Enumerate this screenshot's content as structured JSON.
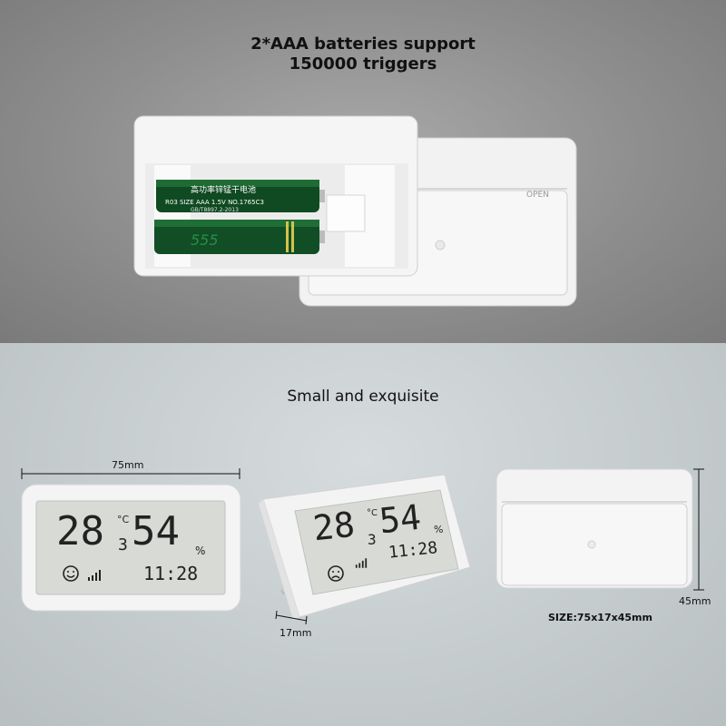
{
  "headline": {
    "line1": "2*AAA batteries support",
    "line2": "150000 triggers"
  },
  "battery": {
    "brand_text": "高功率锌锰干电池",
    "model_text": "R03 SIZE AAA 1.5V NO.1765C3",
    "standard_text": "GB/T8897.2-2013",
    "logo_text": "555"
  },
  "cover_label": "OPEN",
  "subhead": "Small and exquisite",
  "dimensions": {
    "width_label": "75mm",
    "depth_label": "17mm",
    "height_label": "45mm",
    "size_label": "SIZE:75x17x45mm"
  },
  "device_front": {
    "temp_main": "28",
    "temp_decimal": "3",
    "temp_unit": "°C",
    "humidity": "54",
    "humidity_unit": "%",
    "time": "11:28",
    "face": "smile-icon"
  },
  "device_angled": {
    "temp_main": "28",
    "temp_decimal": "3",
    "temp_unit": "°C",
    "humidity": "54",
    "humidity_unit": "%",
    "time": "11:28",
    "face": "frown-icon"
  },
  "colors": {
    "battery_green": "#0f4a22",
    "device_white": "#f4f4f4",
    "lcd": "#d8dad6"
  }
}
